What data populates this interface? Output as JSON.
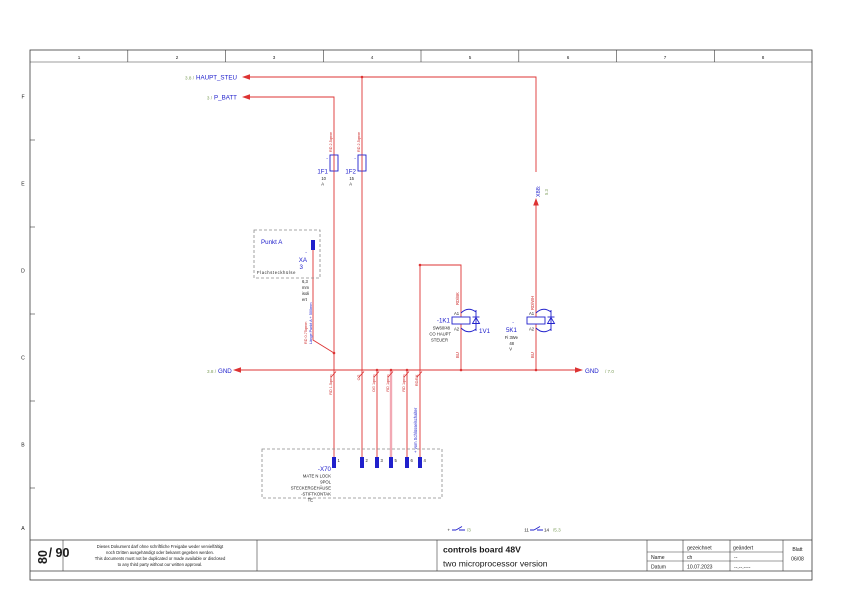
{
  "colors": {
    "wire_red": "#dd3333",
    "component_blue": "#2020cc",
    "ref_green": "#7a9b57",
    "highlight_pink": "#f2a9b4"
  },
  "frame": {
    "columns": [
      "1",
      "2",
      "3",
      "4",
      "5",
      "6",
      "7",
      "8"
    ],
    "rows": [
      "F",
      "E",
      "D",
      "C",
      "B",
      "A"
    ]
  },
  "nets": {
    "haupt": {
      "ref": "3.8 /",
      "label": "HAUPT_STEU"
    },
    "p_batt": {
      "ref": "3 /",
      "label": "P_BATT"
    },
    "gnd_left": {
      "ref": "3.8 /",
      "label": "GND"
    },
    "gnd_right": {
      "label": "GND",
      "ref": "/ 7.0"
    },
    "x88": {
      "label": "X88:",
      "ref": "5.3"
    }
  },
  "fuses": {
    "f1": {
      "prefix": "-",
      "name": "1F1",
      "rating": "10",
      "unit": "A",
      "wire": "RD 2.5qmm"
    },
    "f2": {
      "prefix": "-",
      "name": "1F2",
      "rating": "15",
      "unit": "A",
      "wire": "RD 2.5qmm"
    }
  },
  "punkt_a": {
    "title": "Punkt A",
    "pin_prefix": "-",
    "pin": "XA",
    "pin_no": "3",
    "desc": "Flachsteckhülse",
    "size1": "6,3",
    "size2": "mm",
    "size3": "isoli",
    "size4": "ert",
    "wire_color": "RD 0.75qmm",
    "wire_note": "Länge Punkt A + 500mm"
  },
  "relay_k1": {
    "name": "-1K1",
    "type": "SW60/48",
    "func1": "CO HAUPT",
    "func2": "STEUER",
    "a1": "A1",
    "a2": "A2",
    "diode": "1V1",
    "wire_in": "RD/BK",
    "wire_out": "BU"
  },
  "relay_k5": {
    "prefix": "-",
    "name": "5K1",
    "type": "Fi 3We",
    "volt": "48",
    "unit": "V",
    "a1": "A1",
    "a2": "A2",
    "wire_in": "RD/WH",
    "wire_out": "BU"
  },
  "connector_x70": {
    "name": "-X70",
    "desc": [
      "MATE N LOCK",
      "9POL",
      "STECKERGEHÄUSE",
      "-STIFTKONTAK",
      "TE"
    ],
    "pins": [
      "1",
      "2",
      "3",
      "5",
      "6",
      "4"
    ],
    "key_note": "+ vom Schlüsselschalter"
  },
  "wire_labels": [
    "RD 1.5qmm",
    "OG",
    "OG 1qmm",
    "RD 1qmm",
    "RD 1qmm",
    "RD/BK"
  ],
  "contact_refs": {
    "left_pre": "+",
    "left_ref": "/3",
    "right_a": "11",
    "right_b": "14",
    "right_ref": "/5.3"
  },
  "titleblock": {
    "doc_left_line1": "80",
    "doc_left_line2": "/ 90",
    "disclaimer": [
      "Dieses Dokument darf ohne schriftliche Freigabe weder vervielfältigt",
      "noch Dritten ausgehändigt oder bekannt gegeben werden.",
      "This documents must not be duplicated or made available or disclosed",
      "to any third party without our written approval."
    ],
    "title": "controls board 48V",
    "subtitle": "two microprocessor version",
    "table": {
      "col_gezeichnet": "gezeichnet",
      "col_geaendert": "geändert",
      "row_name": "Name",
      "row_datum": "Datum",
      "name_gez": "ch",
      "name_gea": "--",
      "datum_gez": "10.07.2023",
      "datum_gea": "--.--.----"
    },
    "blatt_label": "Blatt",
    "blatt_value": "06/08"
  }
}
